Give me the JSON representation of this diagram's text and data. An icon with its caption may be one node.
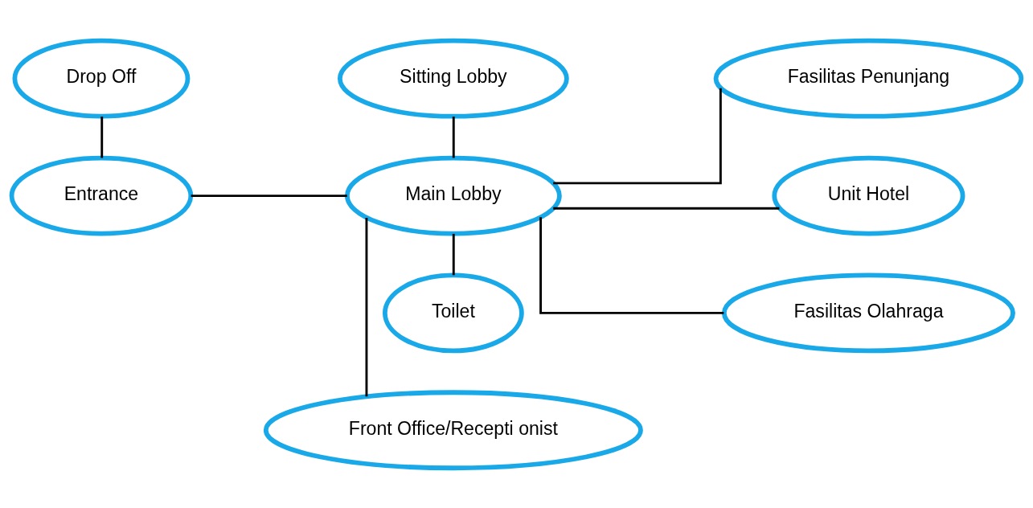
{
  "diagram": {
    "nodes": [
      {
        "text": [
          "Drop Off"
        ]
      },
      {
        "text": [
          "Sitting Lobby"
        ]
      },
      {
        "text": [
          "Fasilitas Penunjang"
        ]
      },
      {
        "text": [
          "Entrance"
        ]
      },
      {
        "text": [
          "Main Lobby"
        ]
      },
      {
        "text": [
          "Unit Hotel"
        ]
      },
      {
        "text": [
          "Fasilitas Olahraga"
        ]
      },
      {
        "text": [
          "Front Office/Recepti onist"
        ]
      },
      {
        "text": [
          "Toilet"
        ]
      }
    ],
    "edges": [
      {
        "from": 0,
        "to": 3,
        "arrow": "none"
      },
      {
        "from": 3,
        "to": 4,
        "arrow": "none"
      },
      {
        "from": 1,
        "to": 4,
        "arrow": "none"
      },
      {
        "from": 4,
        "to": 7,
        "arrow": "none"
      },
      {
        "from": 4,
        "to": 8,
        "arrow": "none"
      },
      {
        "from": 4,
        "to": 2,
        "arrow": "none"
      },
      {
        "from": 4,
        "to": 5,
        "arrow": "none"
      },
      {
        "from": 4,
        "to": 6,
        "arrow": "none"
      }
    ]
  }
}
